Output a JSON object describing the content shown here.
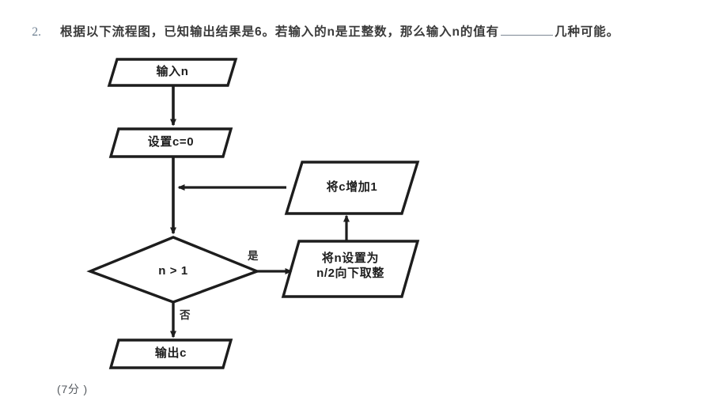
{
  "question": {
    "number": "2.",
    "text_before_blank": "根据以下流程图，已知输出结果是6。若输入的n是正整数，那么输入n的值有",
    "text_after_blank": "几种可能。",
    "score_note": "(7分 )",
    "number_color": "#6d7f91"
  },
  "flowchart": {
    "stroke_color": "#1d1d1d",
    "fill_color": "#ffffff",
    "nodes": [
      {
        "id": "input-n",
        "shape": "parallelogram",
        "label": "输入n"
      },
      {
        "id": "set-c-zero",
        "shape": "parallelogram",
        "label": "设置c=0"
      },
      {
        "id": "increment-c",
        "shape": "parallelogram",
        "label": "将c增加1"
      },
      {
        "id": "decision-n",
        "shape": "diamond",
        "label": "n > 1"
      },
      {
        "id": "halve-n",
        "shape": "parallelogram",
        "label_line1": "将n设置为",
        "label_line2": "n/2向下取整"
      },
      {
        "id": "output-c",
        "shape": "parallelogram",
        "label": "输出c"
      }
    ],
    "edge_labels": {
      "yes": "是",
      "no": "否"
    }
  }
}
